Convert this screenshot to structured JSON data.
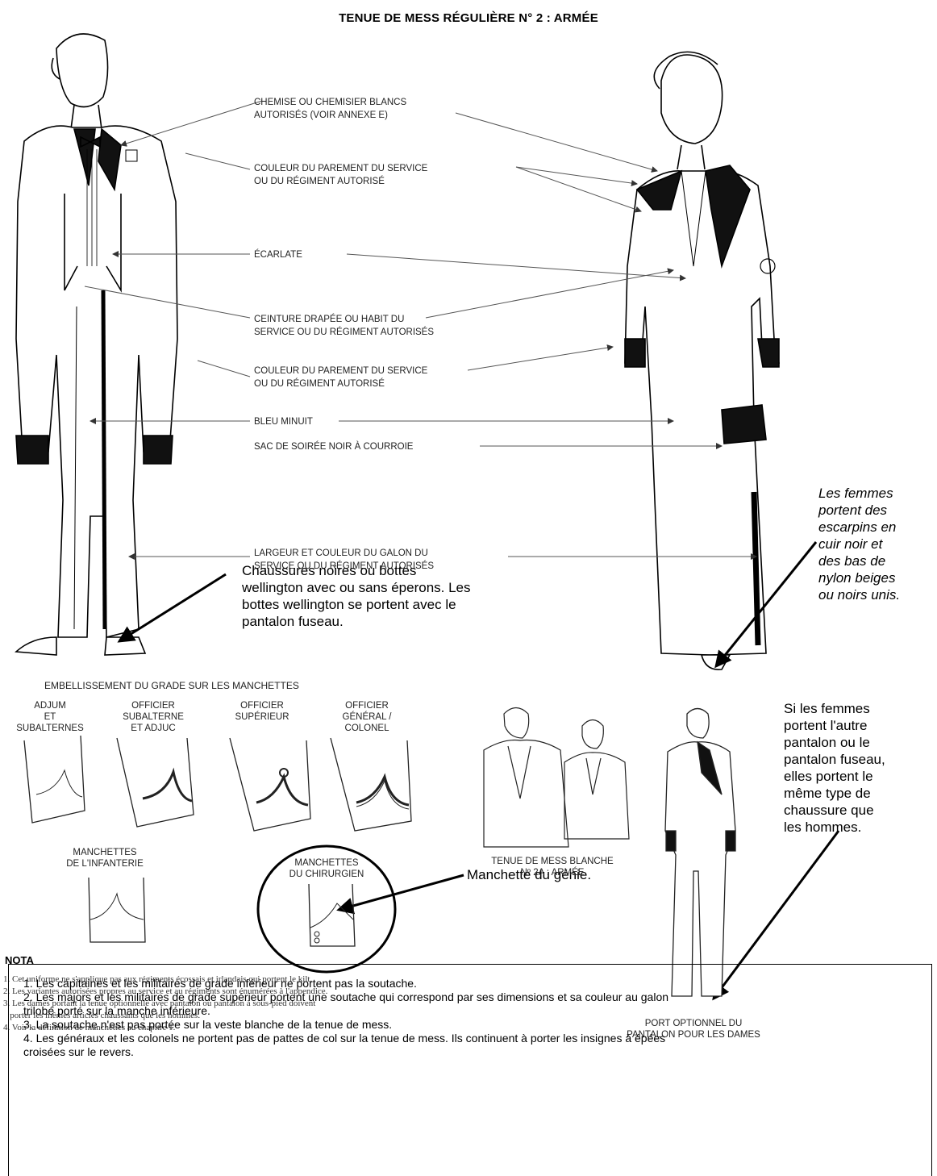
{
  "title": "TENUE DE MESS RÉGULIÈRE N° 2 : ARMÉE",
  "callouts": {
    "shirt": [
      "CHEMISE OU CHEMISIER BLANCS",
      "AUTORISÉS (VOIR ANNEXE E)"
    ],
    "facing1": [
      "COULEUR DU PAREMENT DU SERVICE",
      "OU DU RÉGIMENT AUTORISÉ"
    ],
    "scarlet": [
      "ÉCARLATE"
    ],
    "belt": [
      "CEINTURE DRAPÉE OU HABIT DU",
      "SERVICE OU DU RÉGIMENT AUTORISÉS"
    ],
    "facing2": [
      "COULEUR DU PAREMENT DU SERVICE",
      "OU DU RÉGIMENT AUTORISÉ"
    ],
    "midnight": [
      "BLEU MINUIT"
    ],
    "bag": [
      "SAC DE SOIRÉE NOIR À COURROIE"
    ],
    "stripe": [
      "LARGEUR ET COULEUR DU GALON DU",
      "SERVICE OU DU RÉGIMENT AUTORISÉS"
    ]
  },
  "shoes_note": [
    "Chaussures noires ou bottes",
    "wellington avec ou sans éperons. Les",
    "bottes wellington se portent avec le",
    "pantalon fuseau."
  ],
  "women_note": [
    "Les femmes",
    "portent des",
    "escarpins en",
    "cuir noir et",
    "des bas de",
    "nylon beiges",
    "ou noirs unis."
  ],
  "cuffs": {
    "heading": "EMBELLISSEMENT DU GRADE SUR LES MANCHETTES",
    "items": [
      [
        "ADJUM",
        "ET",
        "SUBALTERNES"
      ],
      [
        "OFFICIER",
        "SUBALTERNE",
        "ET ADJUC"
      ],
      [
        "OFFICIER",
        "SUPÉRIEUR"
      ],
      [
        "OFFICIER",
        "GÉNÉRAL /",
        "COLONEL"
      ]
    ],
    "infantry": [
      "MANCHETTES",
      "DE L'INFANTERIE"
    ],
    "surgeon": [
      "MANCHETTES",
      "DU CHIRURGIEN"
    ]
  },
  "engineer_note": "Manchette du génie.",
  "white_mess": [
    "TENUE DE MESS BLANCHE",
    "Nº 2A : ARMÉE"
  ],
  "optional_trousers": [
    "PORT OPTIONNEL DU",
    "PANTALON POUR LES DAMES"
  ],
  "women_trousers_note": [
    "Si les femmes",
    "portent l'autre",
    "pantalon ou le",
    "pantalon fuseau,",
    "elles portent le",
    "même type de",
    "chaussure que",
    "les hommes."
  ],
  "nota": {
    "heading": "NOTA",
    "lines": [
      "1. Cet uniforme ne s'applique pas aux régiments écossais et irlandais qui portent le kilt.",
      "2. Les variantes autorisées propres au service et au régiments sont énumérées à l'appendice.",
      "3. Les dames portant la tenue optionnelle avec pantalon ou pantalon à sous-pied doivent",
      "   porter les mêmes articles chaussants que les hommes.",
      "4. Voir la définition de manchettes au chapitre 1."
    ]
  },
  "box_notes": [
    "1. Les capitaines et les militaires de grade inférieur ne portent pas la soutache.",
    "2. Les majors et les militaires de grade supérieur portent une soutache qui correspond par ses dimensions et sa couleur au galon",
    "trilobé porté sur la manche inférieure.",
    "3. La soutache n'est pas portée sur la veste blanche de la tenue de mess.",
    "4. Les généraux et les colonels ne portent pas de pattes de col sur la tenue de mess. Ils continuent à porter les insignes à épées",
    "croisées sur le revers."
  ]
}
